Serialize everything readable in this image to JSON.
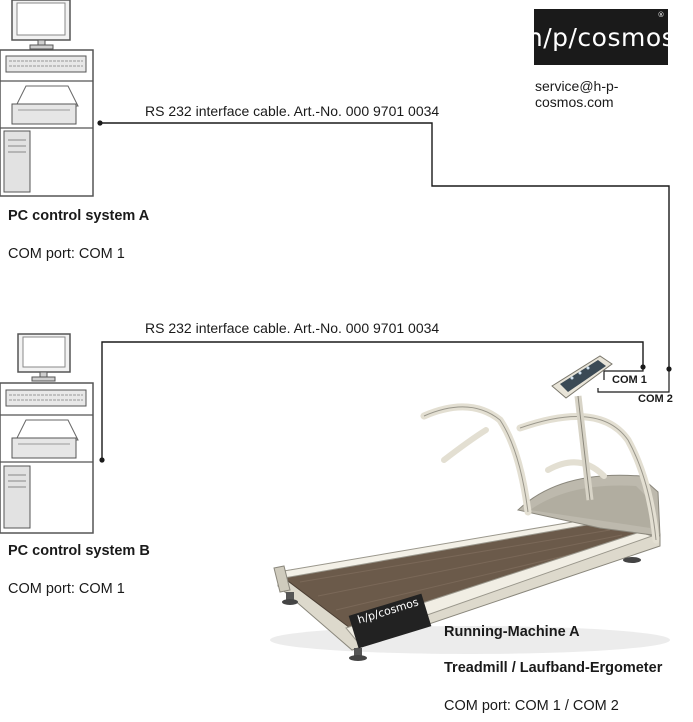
{
  "brand": {
    "logo_text": "h/p/cosmos",
    "registered_mark": "®",
    "service_email": "service@h-p-cosmos.com"
  },
  "cables": {
    "cable_a_label": "RS 232 interface cable. Art.-No. 000 9701 0034",
    "cable_b_label": "RS 232 interface cable. Art.-No. 000 9701 0034"
  },
  "pc_a": {
    "title": "PC control system A",
    "com_port": "COM port: COM 1"
  },
  "pc_b": {
    "title": "PC control system B",
    "com_port": "COM port: COM 1"
  },
  "treadmill": {
    "port1_label": "COM 1",
    "port2_label": "COM 2",
    "badge_text": "h/p/cosmos",
    "title": "Running-Machine A",
    "subtitle": "Treadmill / Laufband-Ergometer",
    "com_port": "COM port: COM 1 / COM 2"
  },
  "colors": {
    "line": "#1a1a1a",
    "frame": "#e5e2d6",
    "belt": "#6b5a4a"
  }
}
